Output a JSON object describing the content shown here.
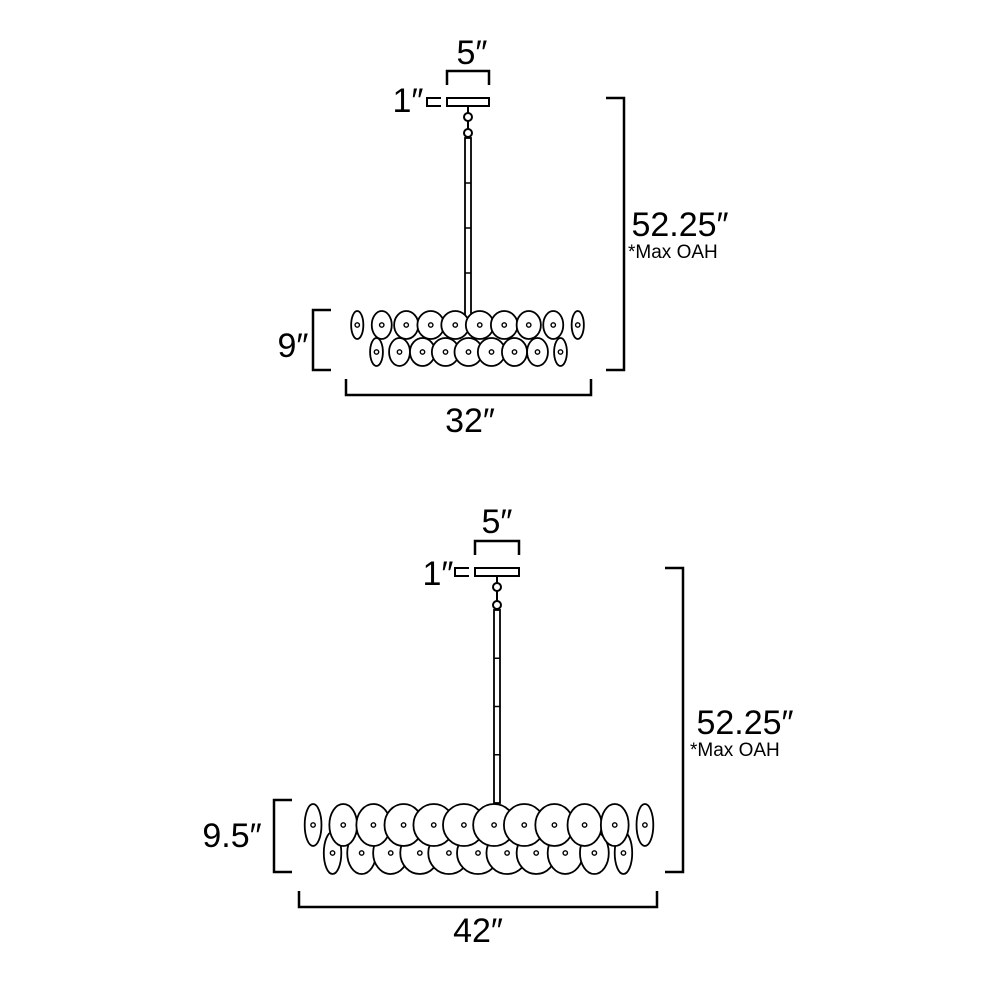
{
  "diagrams": [
    {
      "name": "32-inch-fixture",
      "canopy_width": "5″",
      "canopy_height": "1″",
      "overall_height": "52.25″",
      "overall_height_note": "*Max OAH",
      "body_height": "9″",
      "body_width": "32″"
    },
    {
      "name": "42-inch-fixture",
      "canopy_width": "5″",
      "canopy_height": "1″",
      "overall_height": "52.25″",
      "overall_height_note": "*Max OAH",
      "body_height": "9.5″",
      "body_width": "42″"
    }
  ],
  "colors": {
    "line": "#000000",
    "background": "#ffffff"
  }
}
